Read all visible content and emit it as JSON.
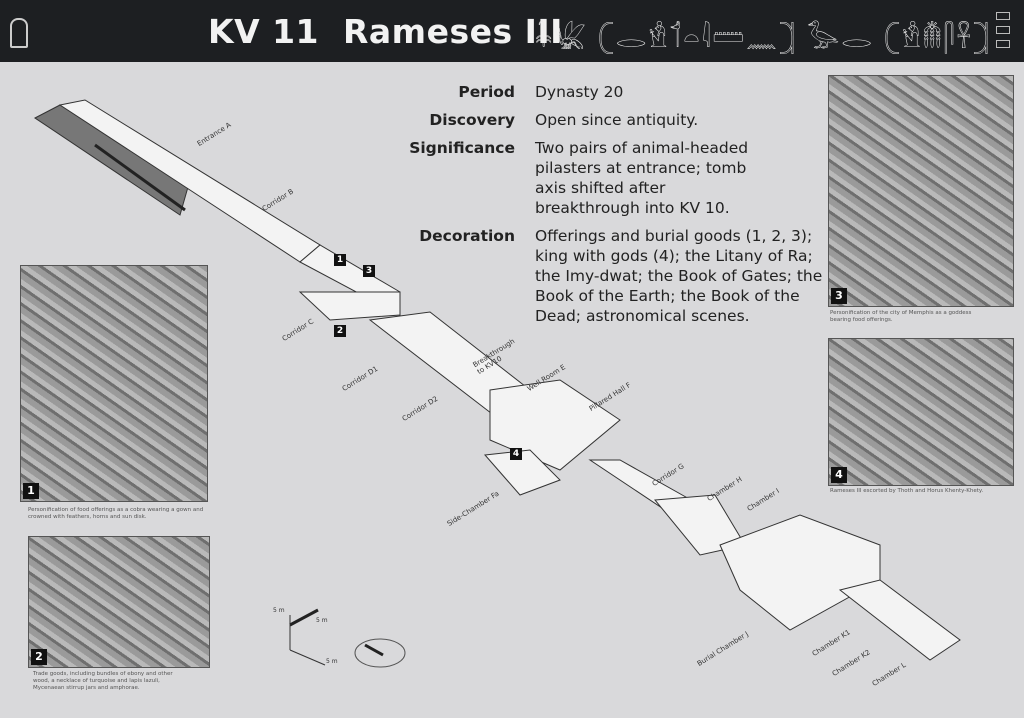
{
  "header": {
    "title": "KV 11  Rameses III",
    "hieroglyphs": "𓇓𓆤 𓍹𓂋𓁛𓄊𓏏𓇋𓏠𓈖𓍺 𓅭𓂋 𓍹𓁛𓄟𓋴𓋹𓍺"
  },
  "info": [
    {
      "label": "Period",
      "value": "Dynasty 20"
    },
    {
      "label": "Discovery",
      "value": "Open since antiquity."
    },
    {
      "label": "Significance",
      "value": "Two pairs of animal-headed pilasters at entrance; tomb axis shifted after breakthrough into KV 10."
    },
    {
      "label": "Decoration",
      "value": "Offerings and burial goods (1, 2, 3); king with gods (4); the Litany of Ra; the Imy-dwat; the Book of Gates; the Book of the Earth; the Book of the Dead; astronomical scenes."
    }
  ],
  "photos": [
    {
      "num": "1",
      "caption": "Personification of food offerings as a cobra wearing a gown and crowned with feathers, horns and sun disk."
    },
    {
      "num": "2",
      "caption": "Trade goods, including bundles of ebony and other wood, a necklace of turquoise and lapis lazuli, Mycenaean stirrup jars and amphorae."
    },
    {
      "num": "3",
      "caption": "Personification of the city of Memphis as a goddess bearing food offerings."
    },
    {
      "num": "4",
      "caption": "Rameses III escorted by Thoth and Horus Khenty-Khety."
    }
  ],
  "plan": {
    "labels": [
      "Entrance A",
      "Corridor B",
      "Corridor C",
      "Corridor D1",
      "Breakthrough to KV10",
      "Corridor D2",
      "Well Room E",
      "Pillared Hall F",
      "Side-Chamber Fa",
      "Corridor G",
      "Chamber H",
      "Chamber I",
      "Burial Chamber J",
      "Chamber K1",
      "Chamber K2",
      "Chamber L"
    ],
    "markers": [
      "1",
      "2",
      "3",
      "4"
    ],
    "scale": "5 m"
  }
}
